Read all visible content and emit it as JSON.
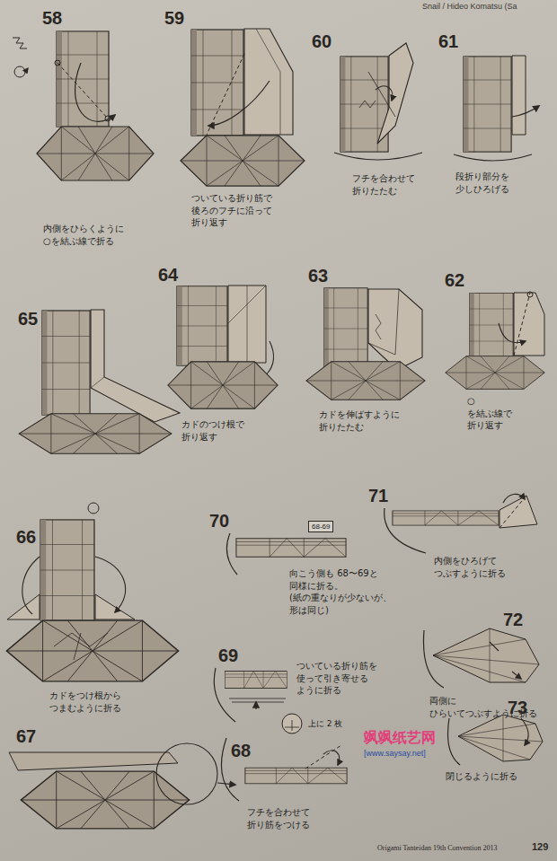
{
  "diagram": {
    "nodes": [
      {
        "text": [
          "68-69"
        ]
      }
    ],
    "labels": [
      "Snail / Hideo Komatsu (Sa",
      "58",
      "内側をひらくように ○を結ぶ線で折る",
      "59",
      "ついている折り筋で 後ろのフチに沿って 折り返す",
      "60",
      "フチを合わせて 折りたたむ",
      "61",
      "段折り部分を 少しひろげる",
      "65",
      "64",
      "カドのつけ根で 折り返す",
      "63",
      "カドを伸ばすように 折りたたむ",
      "62",
      "○を結ぶ線で 折り返す",
      "66",
      "カドをつけ根から つまむように折る",
      "70",
      "向こう側も 68〜69と 同様に折る。 (紙の重なりが少ないが、 形は同じ)",
      "71",
      "内側をひろげて つぶすように折る",
      "72",
      "両側に ひらいてつぶすように折る",
      "69",
      "ついている折り筋を 使って引き寄せる ように折る",
      "上に 2 枚",
      "73",
      "閉じるように折る",
      "67",
      "68",
      "フチを合わせて 折り筋をつける",
      "飒飒纸艺网",
      "[www.saysay.net]",
      "Origami Tanteidan 19th Convention 2013",
      "129"
    ]
  }
}
